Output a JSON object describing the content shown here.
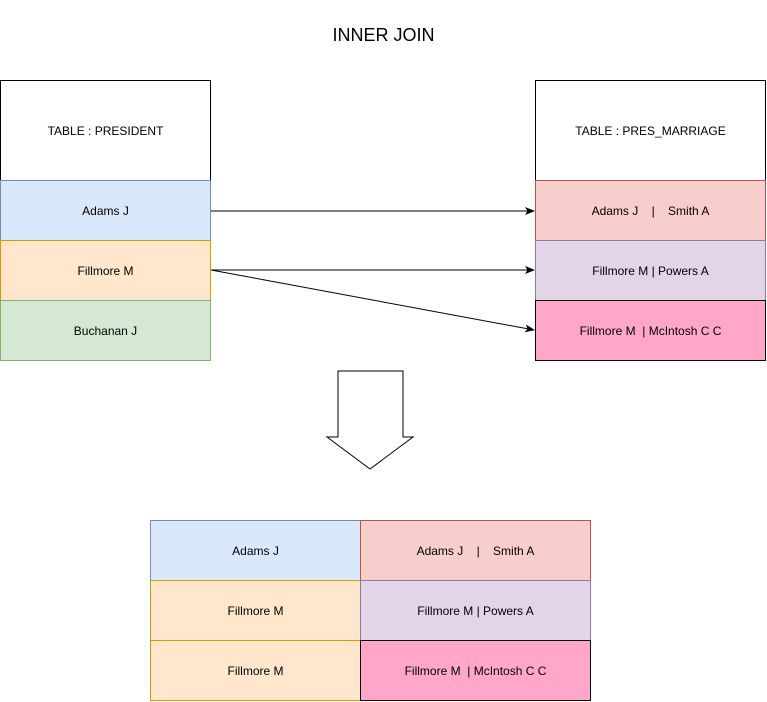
{
  "title": "INNER JOIN",
  "president_table": {
    "header": "TABLE : PRESIDENT",
    "rows": [
      {
        "label": "Adams J",
        "fill": "#dae8fc",
        "stroke": "#6c8ebf"
      },
      {
        "label": "Fillmore M",
        "fill": "#ffe6cc",
        "stroke": "#d79b00"
      },
      {
        "label": "Buchanan J",
        "fill": "#d5e8d4",
        "stroke": "#82b366"
      }
    ]
  },
  "pres_marriage_table": {
    "header": "TABLE : PRES_MARRIAGE",
    "rows": [
      {
        "label": "Adams J    |    Smith A",
        "fill": "#f8cecc",
        "stroke": "#b85450"
      },
      {
        "label": "Fillmore M | Powers A",
        "fill": "#e1d5e7",
        "stroke": "#9673a6"
      },
      {
        "label": "Fillmore M  | McIntosh C C",
        "fill": "#ffa6c9",
        "stroke": "#000000"
      }
    ]
  },
  "result_table": {
    "rows": [
      {
        "left": "Adams J",
        "right": "Adams J    |    Smith A"
      },
      {
        "left": "Fillmore M",
        "right": "Fillmore M | Powers A"
      },
      {
        "left": "Fillmore M",
        "right": "Fillmore M  | McIntosh C C"
      }
    ],
    "left_fills": [
      "#dae8fc",
      "#ffe6cc",
      "#ffe6cc"
    ],
    "left_strokes": [
      "#6c8ebf",
      "#d79b00",
      "#d79b00"
    ],
    "right_fills": [
      "#f8cecc",
      "#e1d5e7",
      "#ffa6c9"
    ],
    "right_strokes": [
      "#b85450",
      "#9673a6",
      "#000000"
    ]
  }
}
